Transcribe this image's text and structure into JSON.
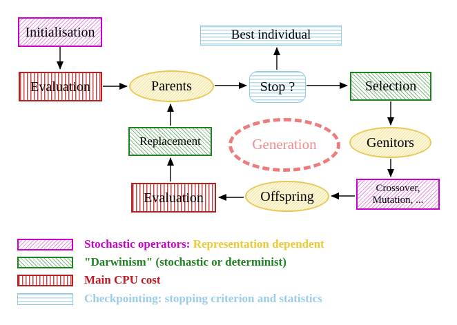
{
  "diagram": {
    "title_hint": "Evolutionary algorithm cycle",
    "nodes": {
      "initialisation": {
        "label": "Initialisation"
      },
      "evaluation_top": {
        "label": "Evaluation"
      },
      "parents": {
        "label": "Parents"
      },
      "best_individual": {
        "label": "Best individual"
      },
      "stop": {
        "label": "Stop ?"
      },
      "selection": {
        "label": "Selection"
      },
      "genitors": {
        "label": "Genitors"
      },
      "crossover_mutation": {
        "line1": "Crossover,",
        "line2": "Mutation, ..."
      },
      "offspring": {
        "label": "Offspring"
      },
      "evaluation_bottom": {
        "label": "Evaluation"
      },
      "replacement": {
        "label": "Replacement"
      },
      "generation": {
        "label": "Generation"
      }
    },
    "edges": [
      {
        "from": "Initialisation",
        "to": "Evaluation"
      },
      {
        "from": "Evaluation",
        "to": "Parents"
      },
      {
        "from": "Parents",
        "to": "Stop ?"
      },
      {
        "from": "Stop ?",
        "to": "Best individual"
      },
      {
        "from": "Stop ?",
        "to": "Selection"
      },
      {
        "from": "Selection",
        "to": "Genitors"
      },
      {
        "from": "Genitors",
        "to": "Crossover, Mutation, ..."
      },
      {
        "from": "Crossover, Mutation, ...",
        "to": "Offspring"
      },
      {
        "from": "Offspring",
        "to": "Evaluation"
      },
      {
        "from": "Evaluation",
        "to": "Replacement"
      },
      {
        "from": "Replacement",
        "to": "Parents"
      }
    ],
    "legend": [
      {
        "text1": "Stochastic operators:",
        "text2": "Representation dependent"
      },
      {
        "text1": "\"Darwinism\" (stochastic or determinist)"
      },
      {
        "text1": "Main CPU cost"
      },
      {
        "text1": "Checkpointing: stopping criterion and statistics"
      }
    ],
    "colors": {
      "magenta": "#cc00cc",
      "green": "#1e8220",
      "red": "#b22222",
      "cyan_border": "#93c7e0",
      "yellow_border": "#e8c855",
      "salmon_dashed": "#ed7c7c",
      "legend_gold_text": "#ecca30",
      "node_text": "#000000"
    }
  }
}
